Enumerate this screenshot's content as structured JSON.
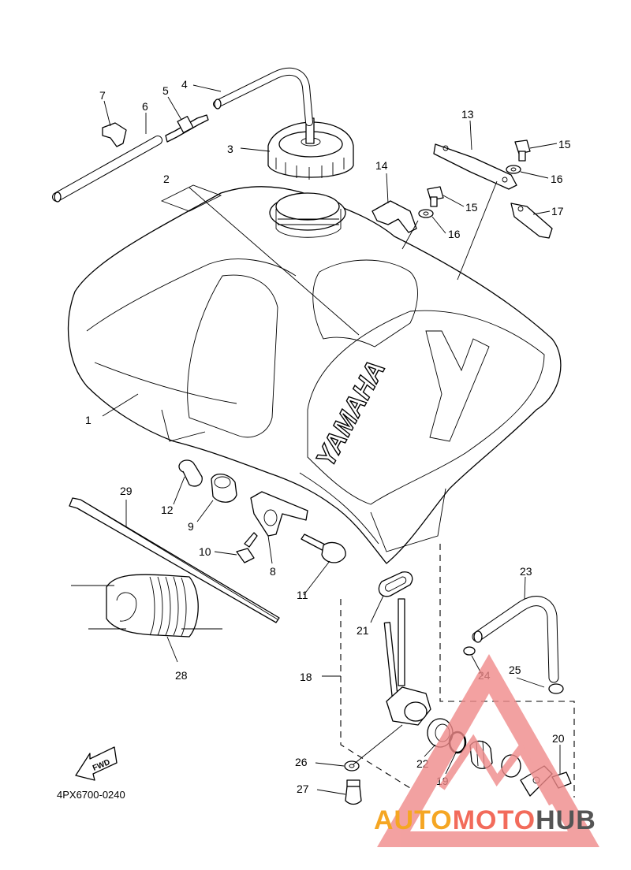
{
  "diagram": {
    "brand_on_tank": "YAMAHA",
    "fwd_label": "FWD",
    "drawing_code": "4PX6700-0240",
    "callouts": [
      {
        "id": "c1",
        "text": "1"
      },
      {
        "id": "c2",
        "text": "2"
      },
      {
        "id": "c3",
        "text": "3"
      },
      {
        "id": "c4",
        "text": "4"
      },
      {
        "id": "c5",
        "text": "5"
      },
      {
        "id": "c6",
        "text": "6"
      },
      {
        "id": "c7",
        "text": "7"
      },
      {
        "id": "c8",
        "text": "8"
      },
      {
        "id": "c9",
        "text": "9"
      },
      {
        "id": "c10",
        "text": "10"
      },
      {
        "id": "c11",
        "text": "11"
      },
      {
        "id": "c12",
        "text": "12"
      },
      {
        "id": "c13",
        "text": "13"
      },
      {
        "id": "c14",
        "text": "14"
      },
      {
        "id": "c15a",
        "text": "15"
      },
      {
        "id": "c15b",
        "text": "15"
      },
      {
        "id": "c16a",
        "text": "16"
      },
      {
        "id": "c16b",
        "text": "16"
      },
      {
        "id": "c17",
        "text": "17"
      },
      {
        "id": "c18",
        "text": "18"
      },
      {
        "id": "c19",
        "text": "19"
      },
      {
        "id": "c20",
        "text": "20"
      },
      {
        "id": "c21",
        "text": "21"
      },
      {
        "id": "c22",
        "text": "22"
      },
      {
        "id": "c23",
        "text": "23"
      },
      {
        "id": "c24",
        "text": "24"
      },
      {
        "id": "c25",
        "text": "25"
      },
      {
        "id": "c26",
        "text": "26"
      },
      {
        "id": "c27",
        "text": "27"
      },
      {
        "id": "c28",
        "text": "28"
      },
      {
        "id": "c29",
        "text": "29"
      }
    ]
  },
  "watermark": {
    "part1": "AUTO",
    "part2": "MOTO",
    "part3": "HUB",
    "color_auto": "#f5a623",
    "color_moto": "#f26b5b",
    "color_hub": "#555555",
    "triangle_color": "#f08a8a"
  }
}
